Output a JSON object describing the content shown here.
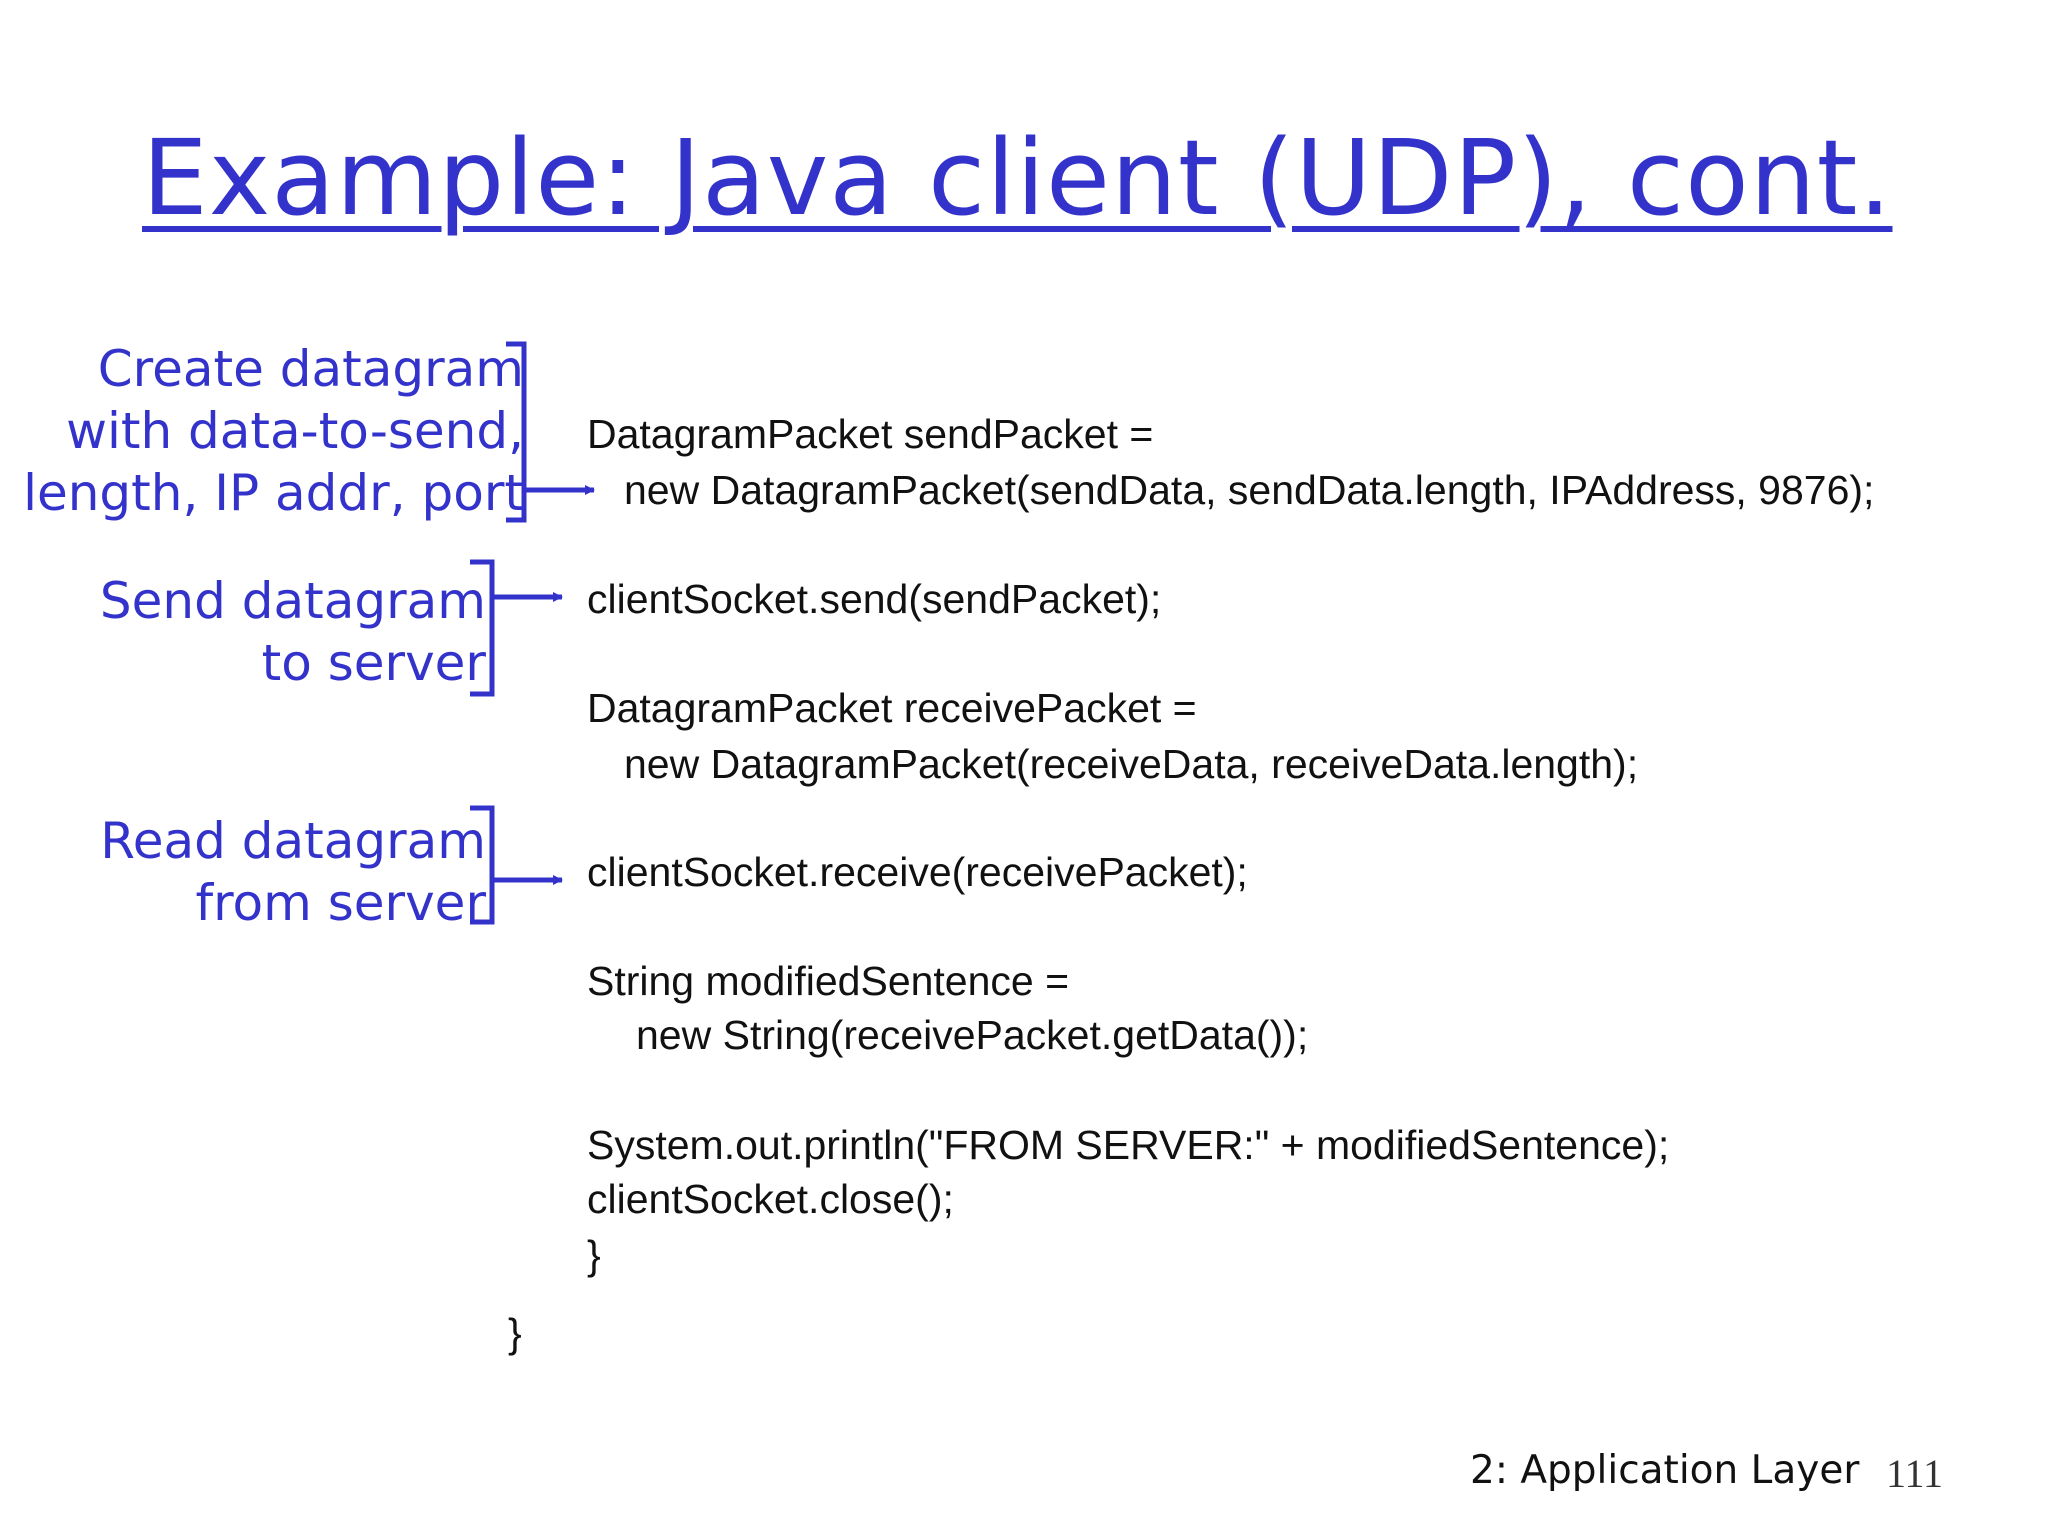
{
  "slide": {
    "title": "Example: Java client (UDP), cont.",
    "annotations": {
      "create": [
        "Create datagram",
        "with data-to-send,",
        "length, IP addr, port"
      ],
      "send": [
        "Send datagram",
        "to server"
      ],
      "read": [
        "Read datagram",
        "from server"
      ]
    },
    "code": {
      "line1": "DatagramPacket sendPacket =",
      "line2": "new DatagramPacket(sendData, sendData.length, IPAddress, 9876);",
      "line3": "clientSocket.send(sendPacket);",
      "line4": "DatagramPacket receivePacket =",
      "line5": "new DatagramPacket(receiveData, receiveData.length);",
      "line6": "clientSocket.receive(receivePacket);",
      "line7": "String modifiedSentence =",
      "line8": "new String(receivePacket.getData());",
      "line9": "System.out.println(\"FROM SERVER:\" + modifiedSentence);",
      "line10": "clientSocket.close();",
      "line11": "}",
      "line12": "}"
    },
    "footer": {
      "label": "2: Application Layer",
      "page_number": "111"
    },
    "colors": {
      "accent": "#3333cc",
      "text": "#111111",
      "background": "#ffffff"
    }
  }
}
